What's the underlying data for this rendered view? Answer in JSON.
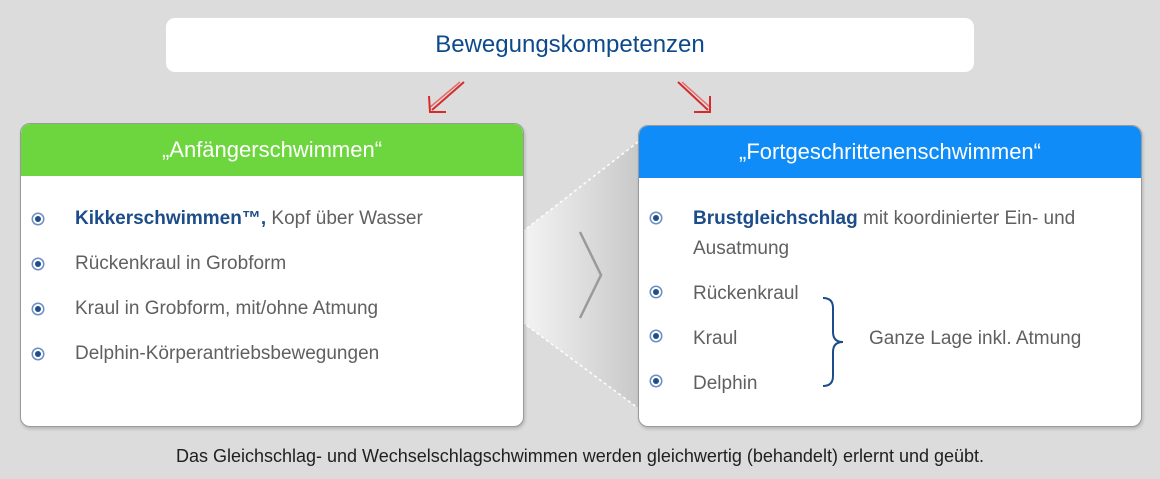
{
  "title": "Bewegungskompetenzen",
  "left_panel": {
    "header": "„Anfängerschwimmen“",
    "items": [
      {
        "bold": "Kikkerschwimmen™,",
        "rest": " Kopf über Wasser"
      },
      {
        "text": "Rückenkraul in Grobform"
      },
      {
        "text": "Kraul in Grobform, mit/ohne Atmung"
      },
      {
        "text": "Delphin-Körperantriebsbewegungen"
      }
    ]
  },
  "right_panel": {
    "header": "„Fortgeschrittenenschwimmen“",
    "first_item": {
      "bold": "Brustgleichschlag",
      "rest": " mit koordinierter Ein- und",
      "line2": "Ausatmung"
    },
    "group_items": [
      "Rückenkraul",
      "Kraul",
      "Delphin"
    ],
    "group_label": "Ganze Lage inkl. Atmung"
  },
  "footer": "Das Gleichschlag- und Wechselschlagschwimmen werden gleichwertig (behandelt) erlernt und geübt.",
  "colors": {
    "background": "#dcdcdc",
    "title_text": "#0c4a8c",
    "left_header": "#6dd63f",
    "right_header": "#0f8cf7",
    "arrow": "#d62b2b"
  }
}
